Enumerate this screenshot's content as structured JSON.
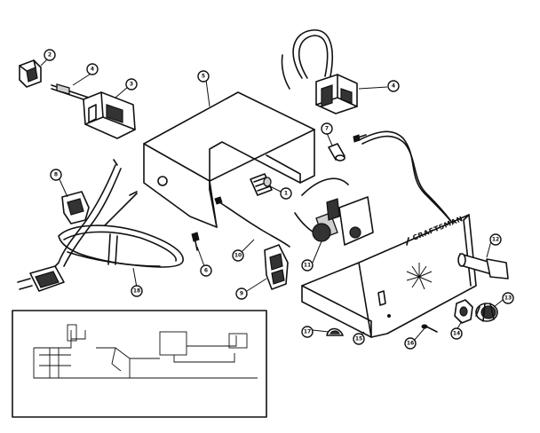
{
  "diagram": {
    "brand_label": "CRAFTSMAN",
    "callouts": [
      {
        "id": "c2",
        "label": "2"
      },
      {
        "id": "c4a",
        "label": "4"
      },
      {
        "id": "c3",
        "label": "3"
      },
      {
        "id": "c5",
        "label": "5"
      },
      {
        "id": "c4b",
        "label": "4"
      },
      {
        "id": "c7",
        "label": "7"
      },
      {
        "id": "c8",
        "label": "8"
      },
      {
        "id": "c1",
        "label": "1"
      },
      {
        "id": "c6",
        "label": "6"
      },
      {
        "id": "c10",
        "label": "10"
      },
      {
        "id": "c9",
        "label": "9"
      },
      {
        "id": "c11",
        "label": "11"
      },
      {
        "id": "c12",
        "label": "12"
      },
      {
        "id": "c13",
        "label": "13"
      },
      {
        "id": "c14",
        "label": "14"
      },
      {
        "id": "c15",
        "label": "15"
      },
      {
        "id": "c16",
        "label": "16"
      },
      {
        "id": "c17",
        "label": "17"
      },
      {
        "id": "c18",
        "label": "18"
      }
    ]
  }
}
